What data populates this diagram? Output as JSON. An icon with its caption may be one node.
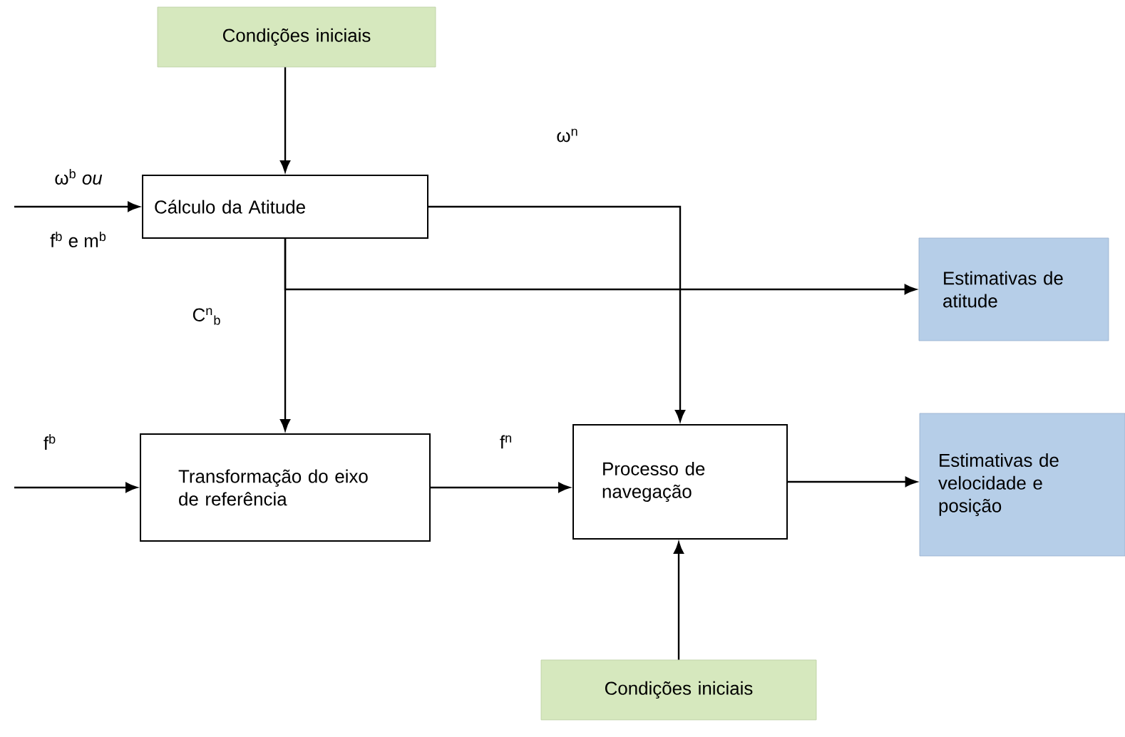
{
  "diagram": {
    "nodes": [
      {
        "text": [
          "Condições iniciais"
        ]
      },
      {
        "text": [
          "Cálculo da Atitude"
        ]
      },
      {
        "text": [
          "Transformação do eixo de referência"
        ]
      },
      {
        "text": [
          "Processo de navegação"
        ]
      },
      {
        "text": [
          "Estimativas de atitude"
        ]
      },
      {
        "text": [
          "Estimativas de velocidade e posição"
        ]
      },
      {
        "text": [
          "Condições iniciais"
        ]
      }
    ],
    "edges": [
      {
        "from": 0,
        "to": 1,
        "arrow": "to"
      },
      {
        "from": null,
        "to": 1,
        "arrow": "to"
      },
      {
        "from": 1,
        "to": 2,
        "arrow": "to",
        "label": "C$^{n}$$_{b}$"
      },
      {
        "from": 1,
        "to": 4,
        "arrow": "to"
      },
      {
        "from": 1,
        "to": 3,
        "arrow": "to",
        "label": "ω$^{n}$"
      },
      {
        "from": null,
        "to": 2,
        "arrow": "to",
        "label": "f$^{b}$"
      },
      {
        "from": 2,
        "to": 3,
        "arrow": "to",
        "label": "f$^{n}$"
      },
      {
        "from": 3,
        "to": 5,
        "arrow": "to"
      },
      {
        "from": 6,
        "to": 3,
        "arrow": "to"
      }
    ],
    "labels": [
      "ω$^{b}$ *ou*",
      "f$^{b}$ e m$^{b}$"
    ]
  }
}
